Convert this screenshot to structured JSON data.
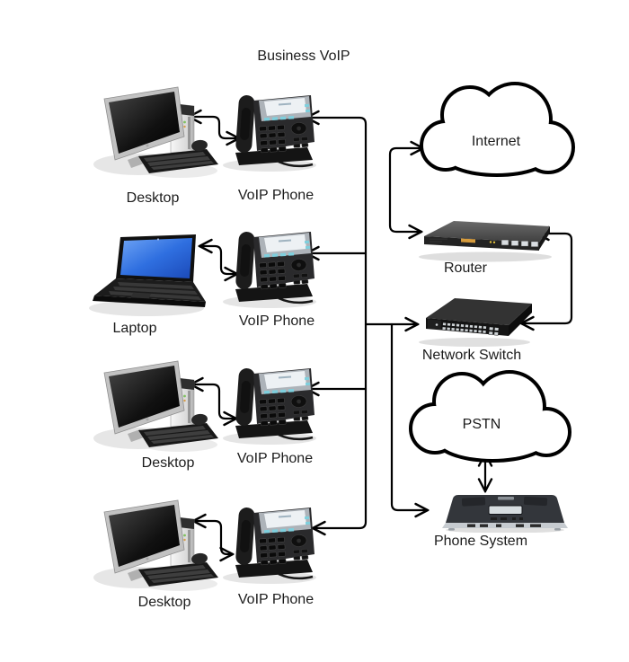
{
  "title": "Business VoIP",
  "colors": {
    "background": "#ffffff",
    "line": "#000000",
    "label_text": "#1c1c1c",
    "laptop_screen_blue": "#2f6fe0",
    "phone_key_cyan": "#7ecfdd",
    "router_label_orange": "#d69b3c"
  },
  "left_column": {
    "rows": [
      {
        "device": "Desktop",
        "phone": "VoIP Phone"
      },
      {
        "device": "Laptop",
        "phone": "VoIP Phone"
      },
      {
        "device": "Desktop",
        "phone": "VoIP Phone"
      },
      {
        "device": "Desktop",
        "phone": "VoIP Phone"
      }
    ]
  },
  "right_column": {
    "internet": {
      "label": "Internet"
    },
    "router": {
      "label": "Router"
    },
    "network_switch": {
      "label": "Network Switch"
    },
    "pstn": {
      "label": "PSTN"
    },
    "phone_system": {
      "label": "Phone System"
    }
  }
}
